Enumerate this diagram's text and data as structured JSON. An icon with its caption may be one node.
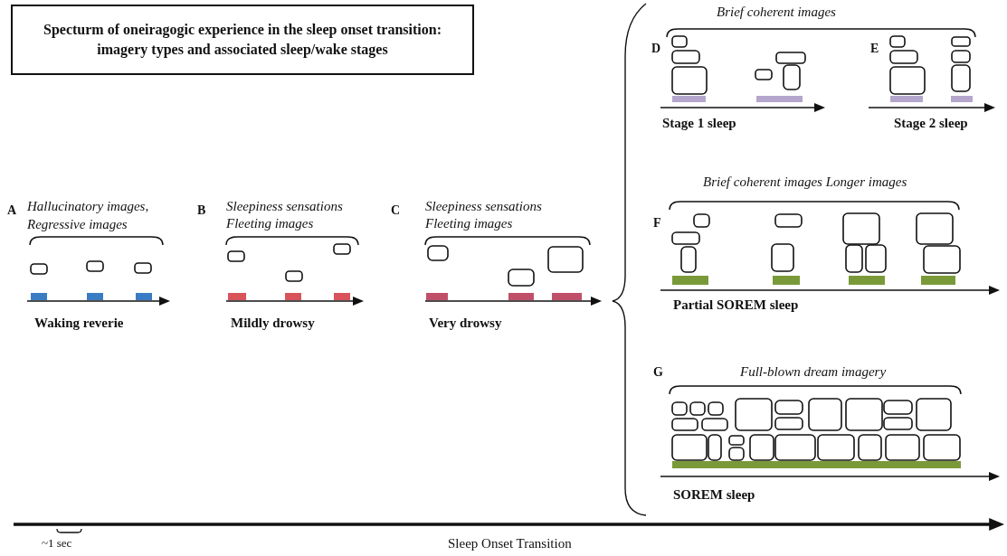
{
  "diagram": {
    "nodes": [
      {
        "text": [
          "Specturm of oneiragogic experience in the sleep onset transition: imagery types and associated sleep/wake stages"
        ]
      }
    ],
    "labels": [
      "A",
      "Hallucinatory images, Regressive images",
      "B",
      "Sleepiness sensations",
      "Fleeting images",
      "C",
      "Sleepiness sensations",
      "Fleeting images",
      "Waking reverie",
      "Mildly drowsy",
      "Very drowsy",
      "Brief coherent images",
      "D",
      "E",
      "Stage 1 sleep",
      "Stage 2 sleep",
      "Brief coherent images Longer images",
      "F",
      "Partial SOREM sleep",
      "G",
      "Full-blown dream imagery",
      "SOREM sleep",
      "~1 sec",
      "Sleep Onset Transition"
    ]
  }
}
